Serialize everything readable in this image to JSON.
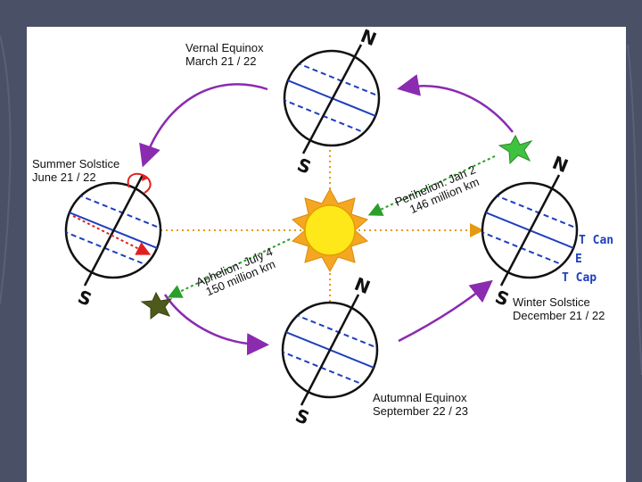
{
  "labels": {
    "vernal": [
      "Vernal Equinox",
      "March 21 / 22"
    ],
    "summer": [
      "Summer Solstice",
      "June 21 / 22"
    ],
    "winter": [
      "Winter Solstice",
      "December 21 / 22"
    ],
    "autumnal": [
      "Autumnal Equinox",
      "September 22 / 23"
    ],
    "perihelion": [
      "Perihelion: Jan 2",
      "146 million km"
    ],
    "aphelion": [
      "Aphelion: July 4",
      "150 million km"
    ]
  },
  "poles": {
    "north": "N",
    "south": "S"
  },
  "latitude_labels": {
    "cancer": "T Can",
    "equator": "E",
    "capricorn": "T Cap"
  },
  "colors": {
    "slide_background": "#4a5066",
    "orbit_arrow": "#8a2bb0",
    "sun_rays": "#f5a623",
    "sun_core": "#ffe81a",
    "latitude_lines": "#1f3fbf",
    "orbit_axis": "#e39a12",
    "distance_arrow": "#2aa02a",
    "perihelion_star": "#3fc23f",
    "aphelion_star": "#4d5a1a",
    "rotation_arrow": "#e02020"
  }
}
